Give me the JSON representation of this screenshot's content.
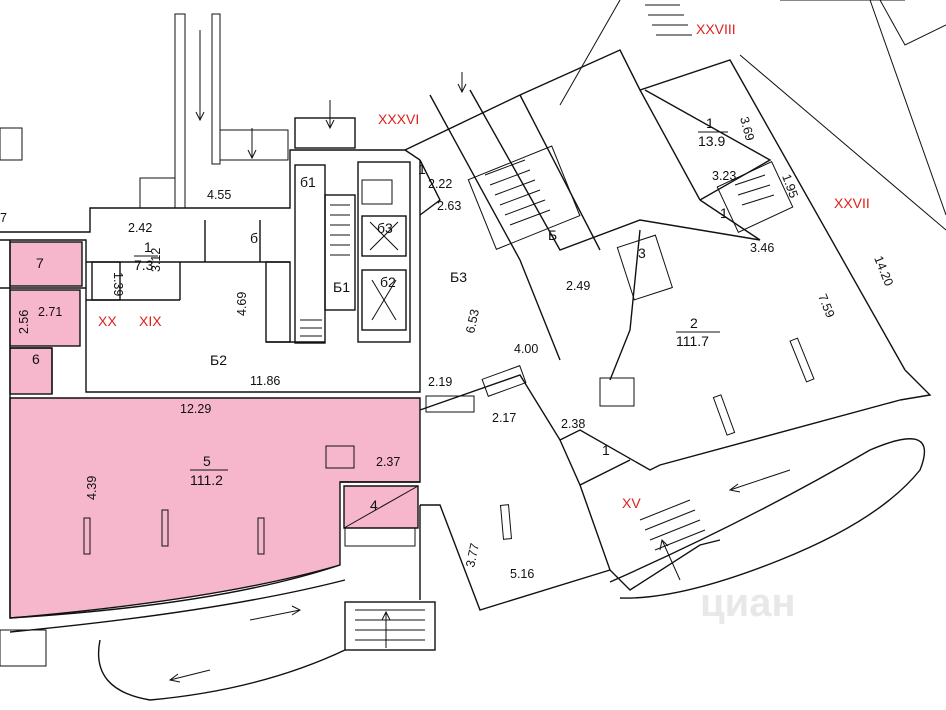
{
  "roman_labels": [
    {
      "id": "xxviii",
      "text": "XXVIII"
    },
    {
      "id": "xxxvi",
      "text": "XXXVI"
    },
    {
      "id": "xxvii",
      "text": "XXVII"
    },
    {
      "id": "xx",
      "text": "XX"
    },
    {
      "id": "xix",
      "text": "XIX"
    },
    {
      "id": "xv",
      "text": "XV"
    }
  ],
  "room_labels": [
    {
      "id": "r1-top",
      "number": "1",
      "area": "13.9"
    },
    {
      "id": "r1-left",
      "number": "1",
      "area": "7.3"
    },
    {
      "id": "r2",
      "number": "2",
      "area": "111.7"
    },
    {
      "id": "r5",
      "number": "5",
      "area": "111.2"
    },
    {
      "id": "r6",
      "text": "6"
    },
    {
      "id": "r7",
      "text": "7"
    },
    {
      "id": "r4",
      "text": "4"
    },
    {
      "id": "r3",
      "text": "3"
    },
    {
      "id": "r1-stair",
      "text": "1"
    },
    {
      "id": "r1-center",
      "text": "1"
    },
    {
      "id": "r1-bottom",
      "text": "1"
    },
    {
      "id": "rb",
      "text": "Б"
    },
    {
      "id": "rb1",
      "text": "Б1"
    },
    {
      "id": "rb2",
      "text": "Б2"
    },
    {
      "id": "rb3",
      "text": "Б3"
    },
    {
      "id": "rb6",
      "text": "б"
    },
    {
      "id": "rb61",
      "text": "б1"
    },
    {
      "id": "rb62",
      "text": "б2"
    },
    {
      "id": "rb63",
      "text": "б3"
    }
  ],
  "dimensions": [
    {
      "id": "d-369",
      "text": "3.69"
    },
    {
      "id": "d-323",
      "text": "3.23"
    },
    {
      "id": "d-195",
      "text": "1.95"
    },
    {
      "id": "d-346",
      "text": "3.46"
    },
    {
      "id": "d-1420",
      "text": "14.20"
    },
    {
      "id": "d-759",
      "text": "7.59"
    },
    {
      "id": "d-222",
      "text": "2.22"
    },
    {
      "id": "d-263",
      "text": "2.63"
    },
    {
      "id": "d-455",
      "text": "4.55"
    },
    {
      "id": "d-242",
      "text": "2.42"
    },
    {
      "id": "d-139",
      "text": "1.39"
    },
    {
      "id": "d-312",
      "text": "3.12"
    },
    {
      "id": "d-469",
      "text": "4.69"
    },
    {
      "id": "d-653",
      "text": "6.53"
    },
    {
      "id": "d-249",
      "text": "2.49"
    },
    {
      "id": "d-400",
      "text": "4.00"
    },
    {
      "id": "d-1186",
      "text": "11.86"
    },
    {
      "id": "d-219",
      "text": "2.19"
    },
    {
      "id": "d-217",
      "text": "2.17"
    },
    {
      "id": "d-238",
      "text": "2.38"
    },
    {
      "id": "d-256",
      "text": "2.56"
    },
    {
      "id": "d-271",
      "text": "2.71"
    },
    {
      "id": "d-1229",
      "text": "12.29"
    },
    {
      "id": "d-439",
      "text": "4.39"
    },
    {
      "id": "d-237",
      "text": "2.37"
    },
    {
      "id": "d-377",
      "text": "3.77"
    },
    {
      "id": "d-516",
      "text": "5.16"
    },
    {
      "id": "d-7",
      "text": "7"
    }
  ],
  "watermark": "циан"
}
